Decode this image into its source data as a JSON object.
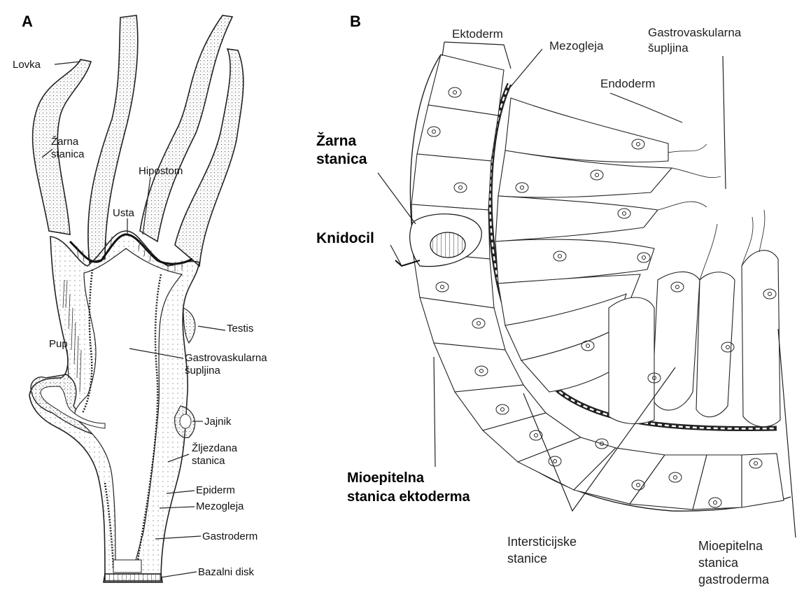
{
  "panels": {
    "a": "A",
    "b": "B"
  },
  "panel_a": {
    "lovka": "Lovka",
    "zarna_stanica": "Žarna\nstanica",
    "hipostom": "Hipostom",
    "usta": "Usta",
    "testis": "Testis",
    "pup": "Pup",
    "gastrovaskularna": "Gastrovaskularna\nšupljina",
    "jajnik": "Jajnik",
    "zljezdana": "Žljezdana\nstanica",
    "epiderm": "Epiderm",
    "mezogleja": "Mezogleja",
    "gastroderm": "Gastroderm",
    "bazalni_disk": "Bazalni disk"
  },
  "panel_b": {
    "ektoderm": "Ektoderm",
    "mezogleja": "Mezogleja",
    "gastrovaskularna": "Gastrovaskularna\nšupljina",
    "endoderm": "Endoderm",
    "zarna_stanica": "Žarna\nstanica",
    "knidocil": "Knidocil",
    "mioepitelna_ekto": "Mioepitelna\nstanica ektoderma",
    "intersticijske": "Intersticijske\nstanice",
    "mioepitelna_gastro": "Mioepitelna\nstanica\ngastroderma"
  },
  "colors": {
    "ink": "#1a1a1a",
    "stipple": "#cfcfcf",
    "cell_fill": "#ffffff"
  }
}
